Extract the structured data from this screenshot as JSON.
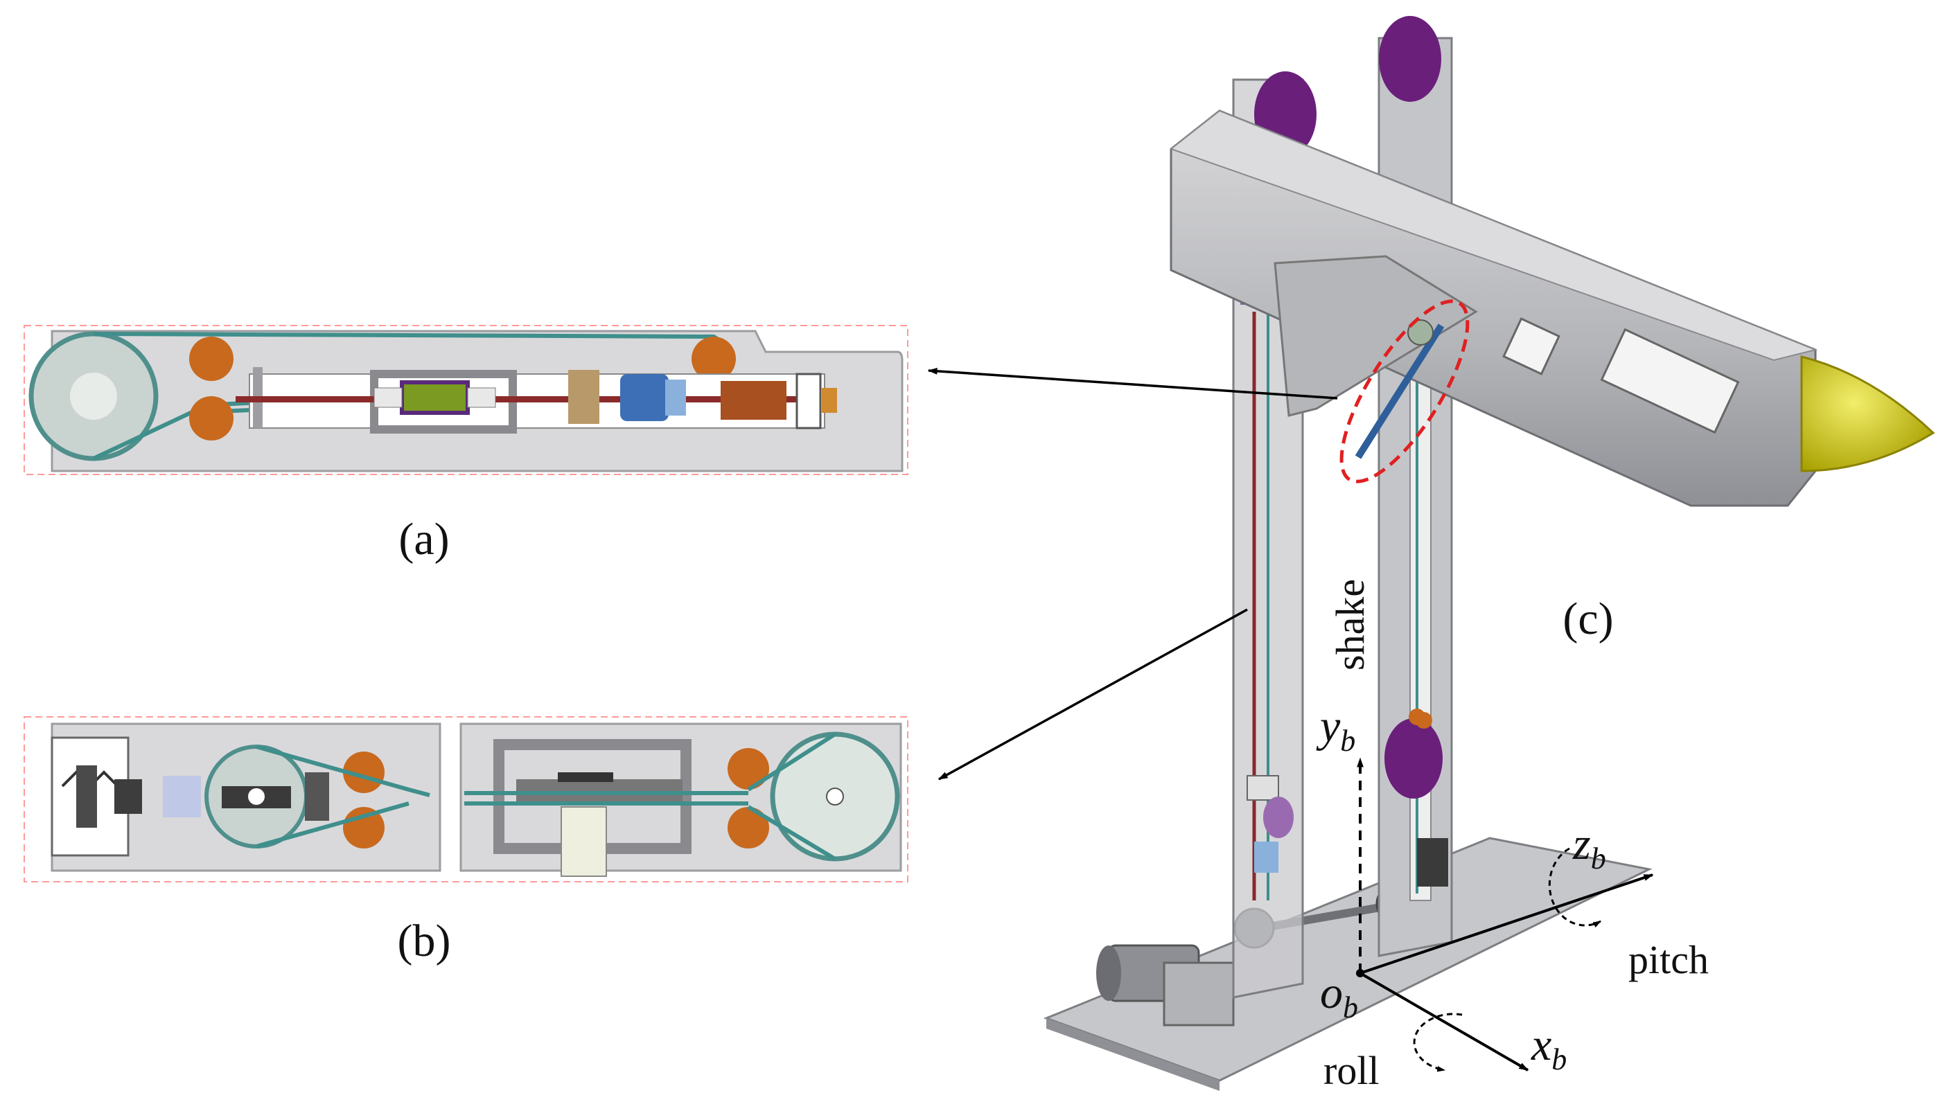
{
  "panels": {
    "a": {
      "caption": "(a)"
    },
    "b": {
      "caption": "(b)"
    },
    "c": {
      "caption": "(c)"
    }
  },
  "axes": {
    "x": {
      "base": "x",
      "sub": "b"
    },
    "y": {
      "base": "y",
      "sub": "b"
    },
    "z": {
      "base": "z",
      "sub": "b"
    },
    "origin": {
      "base": "o",
      "sub": "b"
    }
  },
  "motions": {
    "shake": "shake",
    "pitch": "pitch",
    "roll": "roll"
  },
  "colors": {
    "frame_gray": "#b9b9bc",
    "frame_dark": "#8f9095",
    "belt": "#3f8f8c",
    "pulley_purple": "#6a1f7a",
    "roller_orange": "#c8691e",
    "nose_yellow": "#c8c200",
    "highlight_red": "#e02020",
    "panel_border": "#ff8080"
  }
}
